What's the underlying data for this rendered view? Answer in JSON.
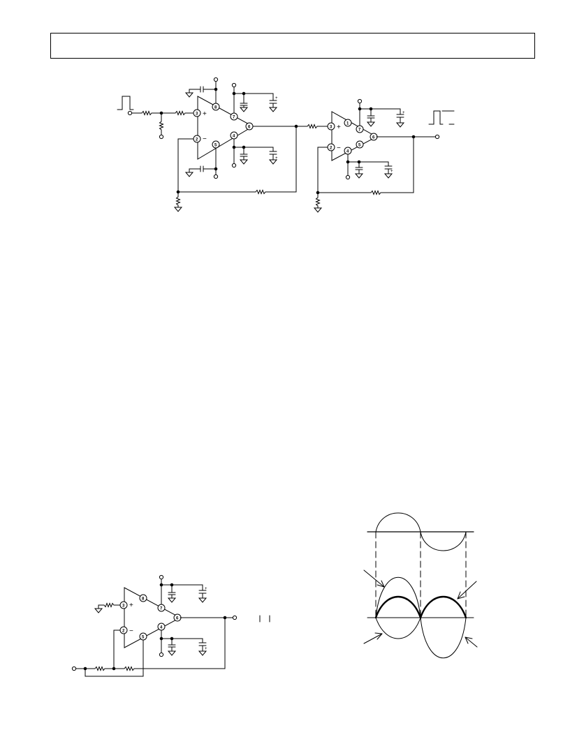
{
  "header": {
    "title": ""
  },
  "circuits": {
    "composite_amp": {
      "amp1_pins": [
        "3",
        "2",
        "8",
        "7",
        "4",
        "5",
        "6"
      ],
      "amp2_pins": [
        "3",
        "2",
        "1",
        "7",
        "4",
        "5",
        "6"
      ]
    },
    "bridge_amp": {
      "pins": [
        "3",
        "2",
        "8",
        "7",
        "4",
        "5",
        "6"
      ]
    }
  },
  "waveform": {},
  "colors": {
    "ink": "#000000",
    "background": "#ffffff"
  }
}
